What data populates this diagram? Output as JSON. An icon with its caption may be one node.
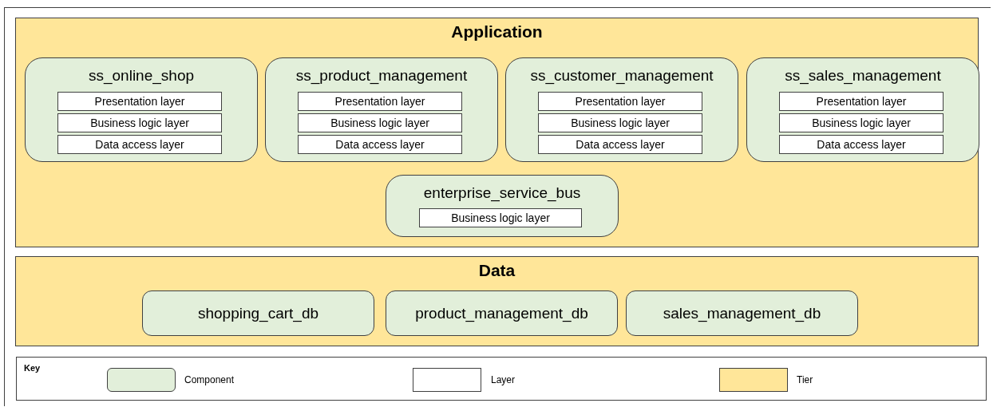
{
  "diagram": {
    "nodes": [
      {
        "text": [
          "Application"
        ]
      },
      {
        "text": [
          "ss_online_shop"
        ],
        "in": 0
      },
      {
        "text": [
          "Presentation layer"
        ],
        "in": 1
      },
      {
        "text": [
          "Business logic layer"
        ],
        "in": 1
      },
      {
        "text": [
          "Data access layer"
        ],
        "in": 1
      },
      {
        "text": [
          "ss_product_management"
        ],
        "in": 0
      },
      {
        "text": [
          "Presentation layer"
        ],
        "in": 5
      },
      {
        "text": [
          "Business logic layer"
        ],
        "in": 5
      },
      {
        "text": [
          "Data access layer"
        ],
        "in": 5
      },
      {
        "text": [
          "ss_customer_management"
        ],
        "in": 0
      },
      {
        "text": [
          "Presentation layer"
        ],
        "in": 9
      },
      {
        "text": [
          "Business logic layer"
        ],
        "in": 9
      },
      {
        "text": [
          "Data access layer"
        ],
        "in": 9
      },
      {
        "text": [
          "ss_sales_management"
        ],
        "in": 0
      },
      {
        "text": [
          "Presentation layer"
        ],
        "in": 13
      },
      {
        "text": [
          "Business logic layer"
        ],
        "in": 13
      },
      {
        "text": [
          "Data access layer"
        ],
        "in": 13
      },
      {
        "text": [
          "enterprise_service_bus"
        ],
        "in": 0
      },
      {
        "text": [
          "Business logic layer"
        ],
        "in": 17
      },
      {
        "text": [
          "Data"
        ]
      },
      {
        "text": [
          "shopping_cart_db"
        ],
        "in": 19
      },
      {
        "text": [
          "product_management_db"
        ],
        "in": 19
      },
      {
        "text": [
          "sales_management_db"
        ],
        "in": 19
      }
    ],
    "labels": [
      "Key"
    ],
    "legend": [
      {
        "text": "Component",
        "color": "#e2efda"
      },
      {
        "text": "Layer",
        "color": "#ffffff"
      },
      {
        "text": "Tier",
        "color": "#ffe699"
      }
    ]
  }
}
